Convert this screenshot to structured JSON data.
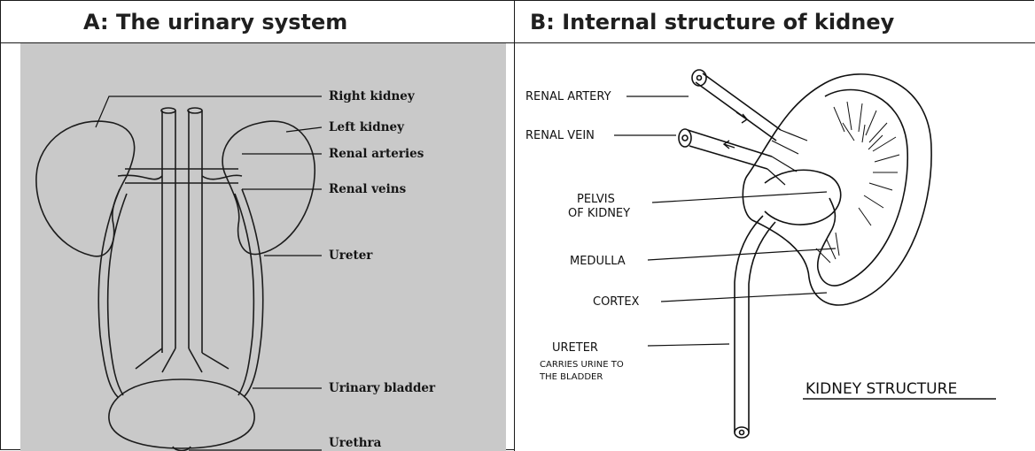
{
  "panel_a": {
    "title": "A: The urinary system",
    "labels": {
      "right_kidney": "Right kidney",
      "left_kidney": "Left kidney",
      "renal_arteries": "Renal arteries",
      "renal_veins": "Renal veins",
      "ureter": "Ureter",
      "urinary_bladder": "Urinary bladder",
      "urethra": "Urethra"
    }
  },
  "panel_b": {
    "title": "B:  Internal structure of kidney",
    "labels": {
      "renal_artery": "RENAL ARTERY",
      "renal_vein": "RENAL VEIN",
      "pelvis_line1": "PELVIS",
      "pelvis_line2": "OF KIDNEY",
      "medulla": "MEDULLA",
      "cortex": "CORTEX",
      "ureter": "URETER",
      "ureter_note_line1": "CARRIES URINE TO",
      "ureter_note_line2": "THE BLADDER"
    },
    "caption": "KIDNEY STRUCTURE"
  },
  "colors": {
    "border": "#1a1a1a",
    "sketch_bg": "#c9c9c9",
    "ink": "#141414"
  }
}
